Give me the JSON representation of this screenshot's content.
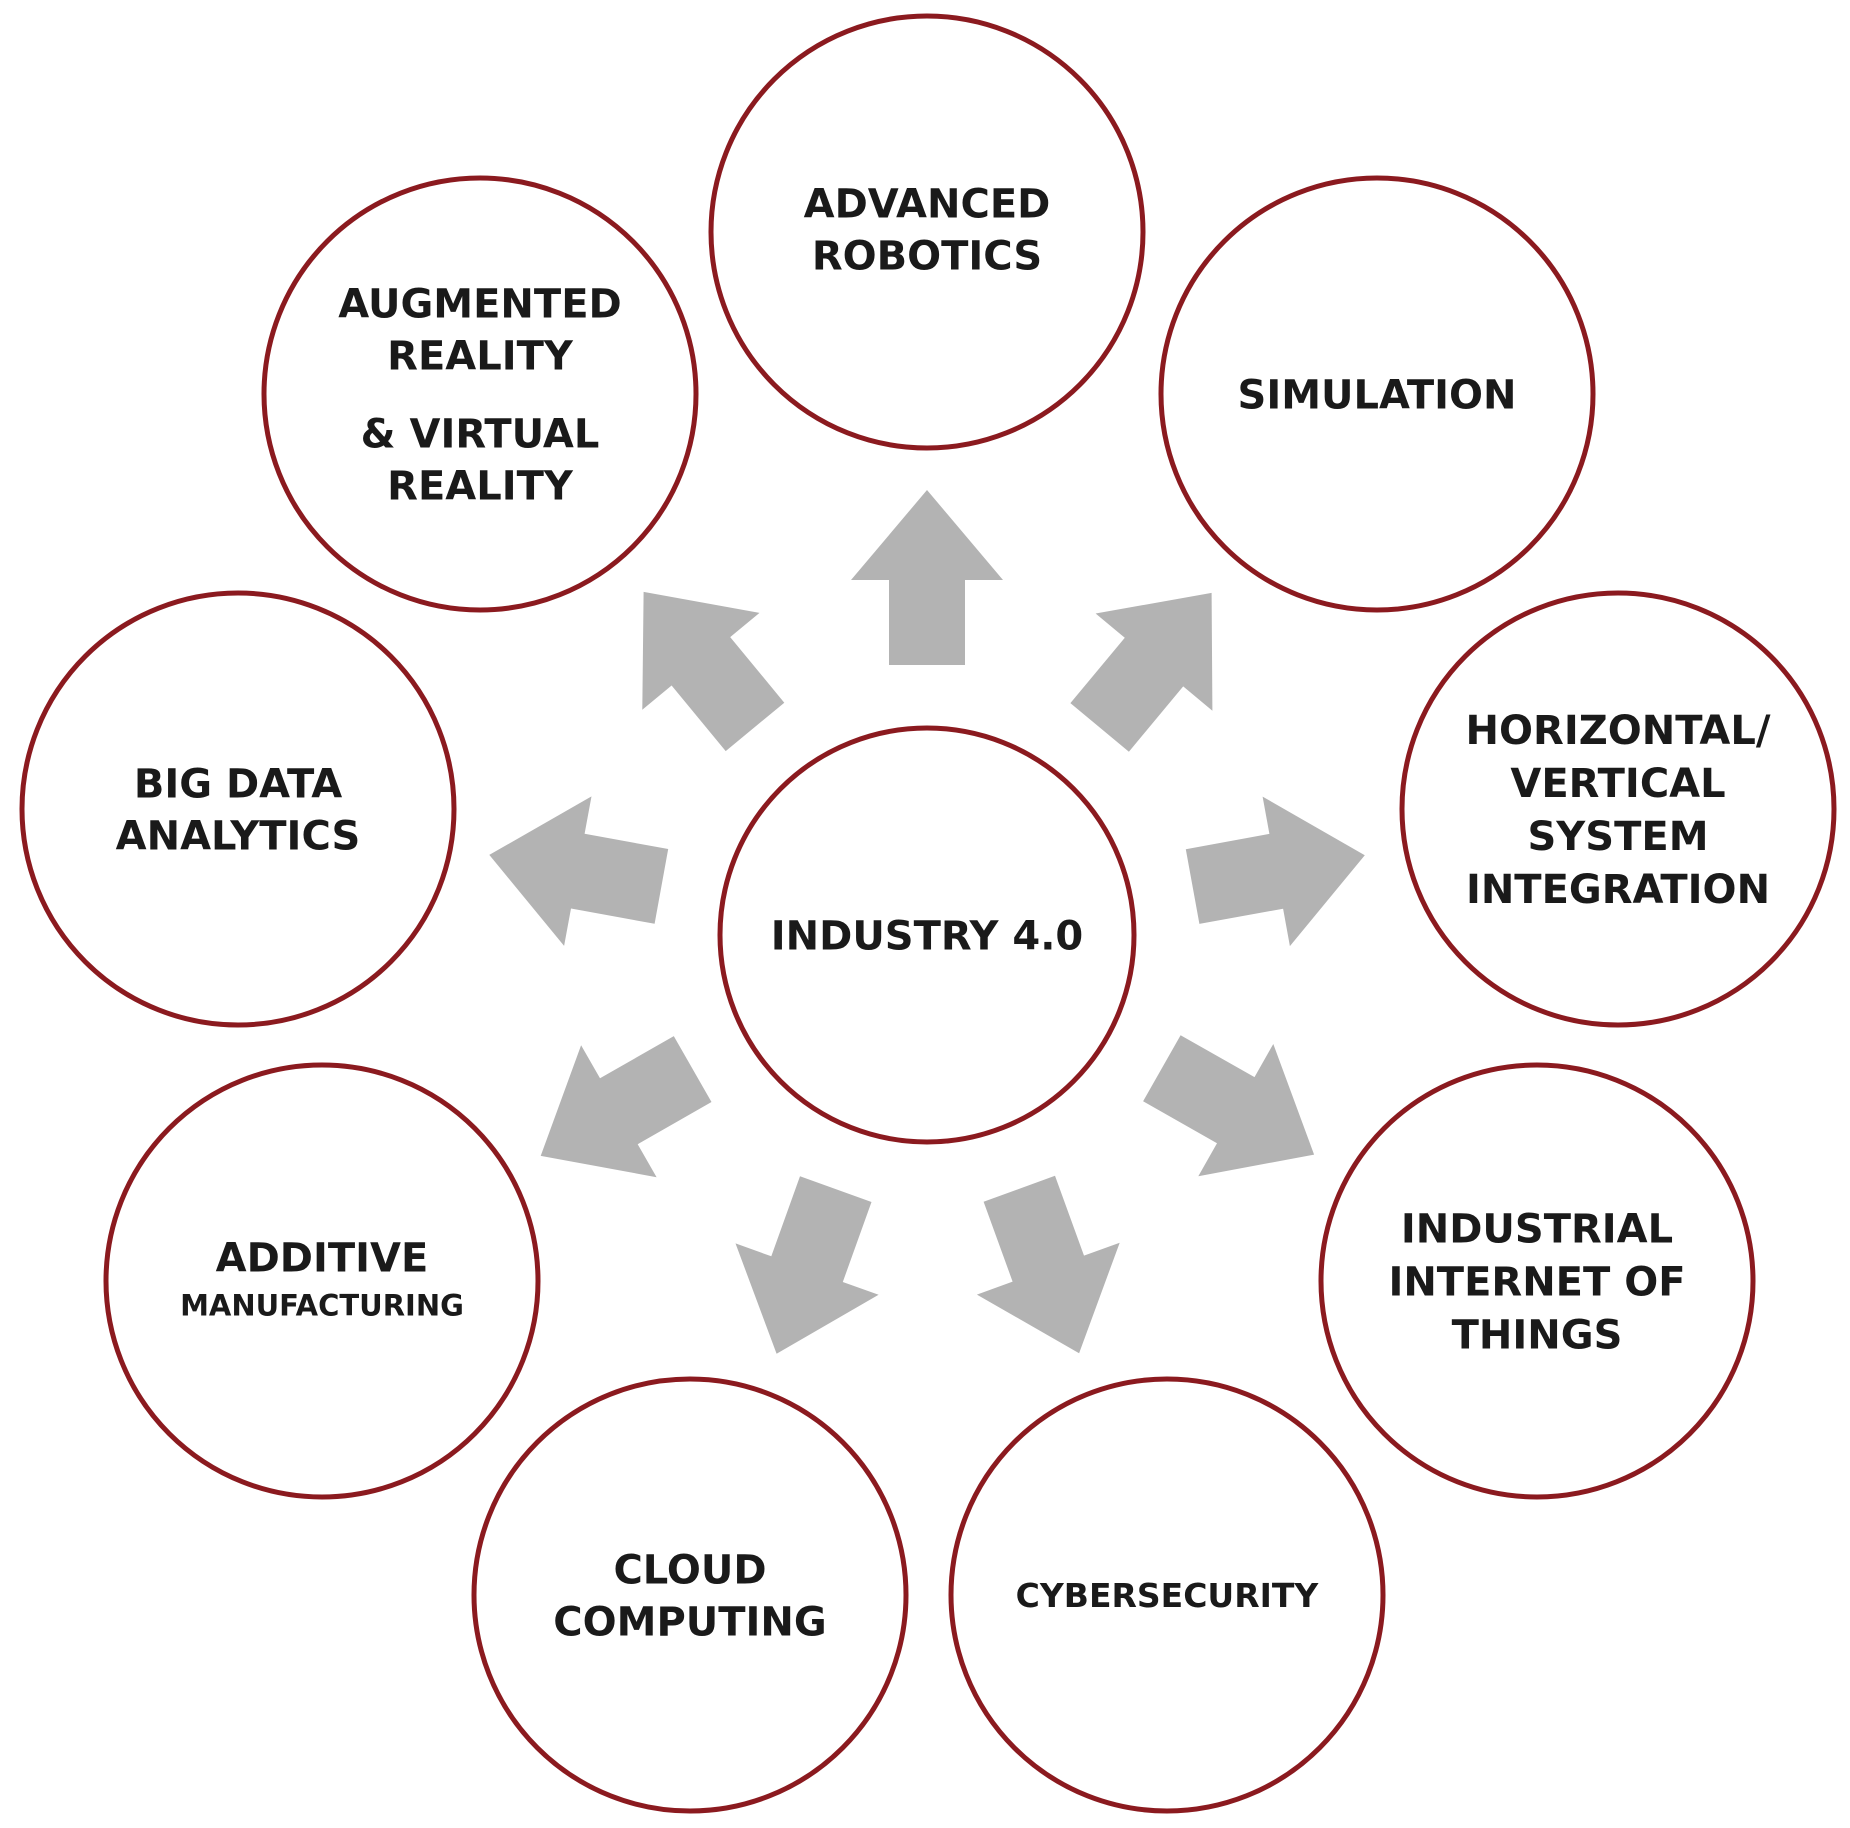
{
  "center": {
    "lines": [
      "INDUSTRY 4.0"
    ]
  },
  "nodes": [
    {
      "id": "advanced-robotics",
      "lines": [
        "ADVANCED",
        "ROBOTICS"
      ]
    },
    {
      "id": "simulation",
      "lines": [
        "SIMULATION"
      ]
    },
    {
      "id": "horizontal-vertical-system-integration",
      "lines": [
        "HORIZONTAL/",
        "VERTICAL",
        "SYSTEM",
        "INTEGRATION"
      ]
    },
    {
      "id": "industrial-internet-of-things",
      "lines": [
        "INDUSTRIAL",
        "INTERNET OF",
        "THINGS"
      ]
    },
    {
      "id": "cybersecurity",
      "lines": [
        "CYBERSECURITY"
      ]
    },
    {
      "id": "cloud-computing",
      "lines": [
        "CLOUD",
        "COMPUTING"
      ]
    },
    {
      "id": "additive-manufacturing",
      "lines": [
        "ADDITIVE",
        "MANUFACTURING"
      ]
    },
    {
      "id": "big-data-analytics",
      "lines": [
        "BIG DATA",
        "ANALYTICS"
      ]
    },
    {
      "id": "augmented-virtual-reality",
      "lines": [
        "AUGMENTED",
        "REALITY",
        "& VIRTUAL",
        "REALITY"
      ]
    }
  ],
  "colors": {
    "circle_stroke": "#8b1a1f",
    "arrow_fill": "#b3b3b3",
    "text": "#1a1a1a"
  }
}
